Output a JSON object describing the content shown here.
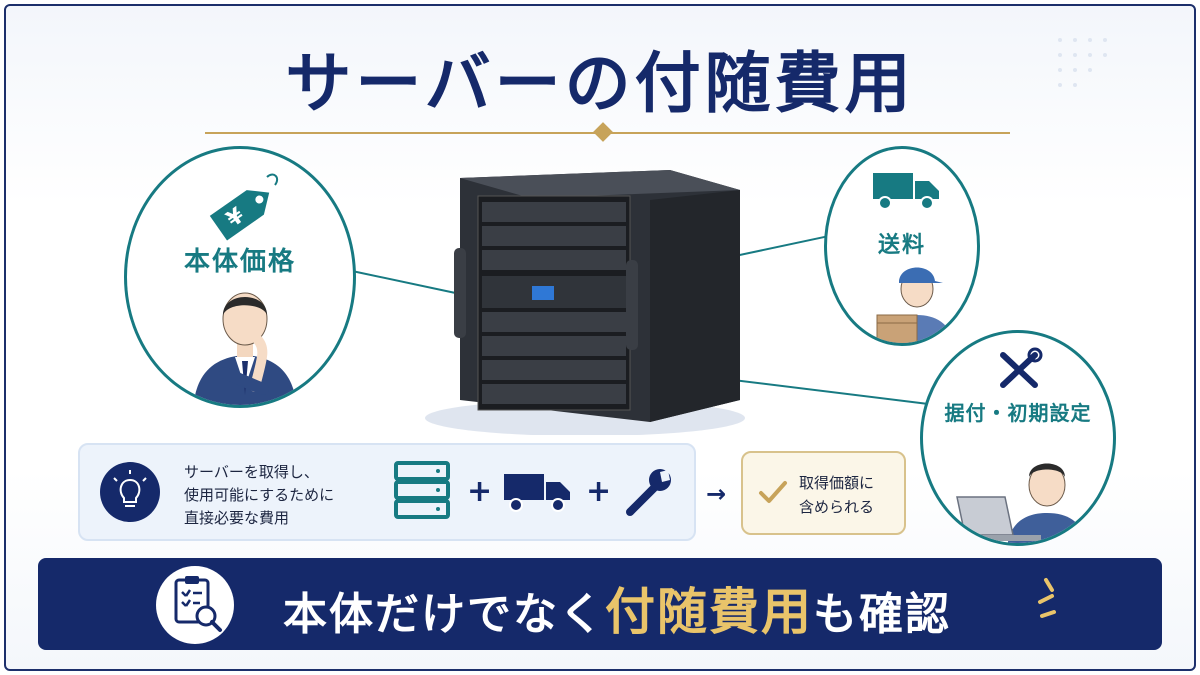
{
  "title": "サーバーの付随費用",
  "items": {
    "price": {
      "label": "本体価格",
      "icon": "yen-price-tag-icon"
    },
    "shipping": {
      "label": "送料",
      "icon": "delivery-truck-icon"
    },
    "setup": {
      "label": "据付・初期設定",
      "icon": "tools-icon"
    }
  },
  "definition": {
    "icon": "lightbulb-icon",
    "lines": [
      "サーバーを取得し、",
      "使用可能にするために",
      "直接必要な費用"
    ],
    "formula_icons": [
      "server-icon",
      "truck-icon",
      "wrench-icon"
    ],
    "plus": "+",
    "arrow": "→"
  },
  "result": {
    "icon": "checkmark-icon",
    "lines": [
      "取得価額に",
      "含められる"
    ]
  },
  "banner": {
    "icon": "clipboard-search-icon",
    "text_before": "本体だけでなく",
    "text_highlight": "付随費用",
    "text_after": "も確認"
  },
  "colors": {
    "navy": "#15296a",
    "teal": "#177a82",
    "gold": "#e9c46a"
  }
}
